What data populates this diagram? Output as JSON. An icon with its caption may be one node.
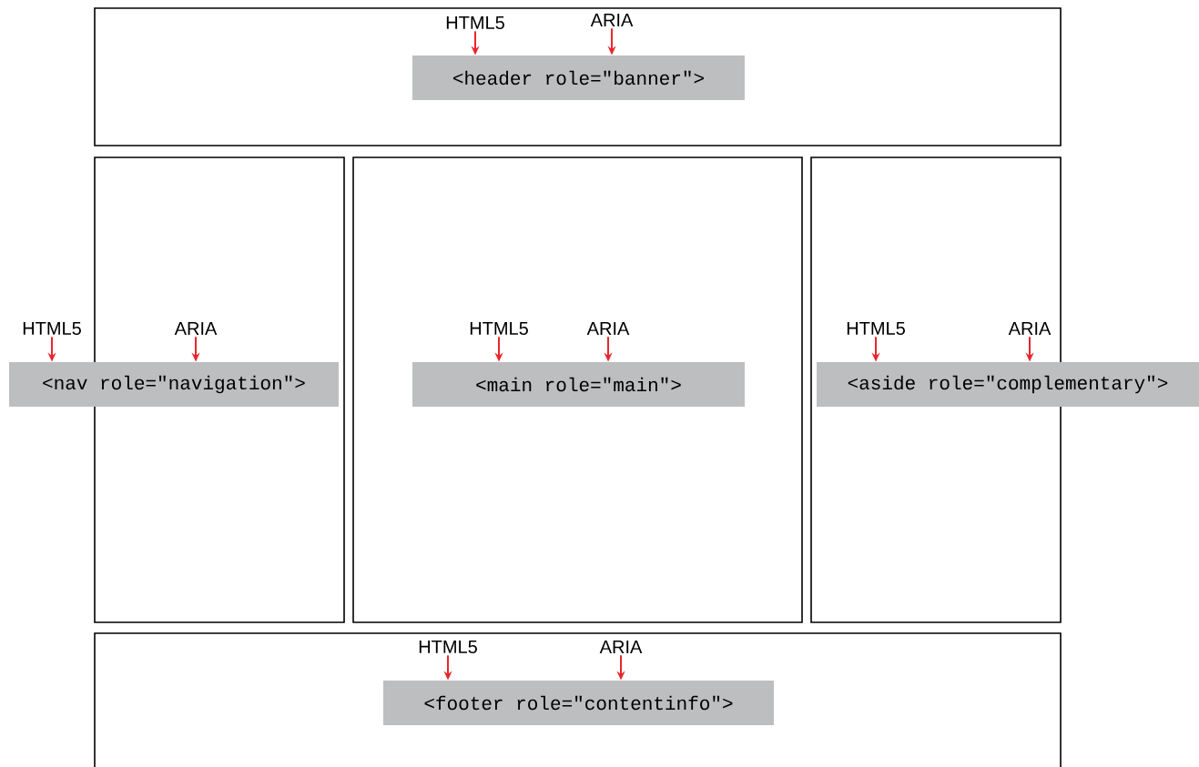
{
  "diagram": {
    "nodes": [
      {
        "text": [],
        "shape": "box"
      },
      {
        "text": [
          "HTML5"
        ],
        "in": 0
      },
      {
        "text": [
          "ARIA"
        ],
        "in": 0
      },
      {
        "text": [
          "<header role=\"banner\">"
        ],
        "in": 0
      },
      {
        "text": [],
        "shape": "box"
      },
      {
        "text": [
          "HTML5"
        ]
      },
      {
        "text": [
          "ARIA"
        ],
        "in": 4
      },
      {
        "text": [
          "<nav role=\"navigation\">"
        ]
      },
      {
        "text": [],
        "shape": "box"
      },
      {
        "text": [
          "HTML5"
        ],
        "in": 8
      },
      {
        "text": [
          "ARIA"
        ],
        "in": 8
      },
      {
        "text": [
          "<main role=\"main\">"
        ],
        "in": 8
      },
      {
        "text": [],
        "shape": "box"
      },
      {
        "text": [
          "HTML5"
        ],
        "in": 12
      },
      {
        "text": [
          "ARIA"
        ],
        "in": 12
      },
      {
        "text": [
          "<aside role=\"complementary\">"
        ]
      },
      {
        "text": [],
        "shape": "box"
      },
      {
        "text": [
          "HTML5"
        ],
        "in": 16
      },
      {
        "text": [
          "ARIA"
        ],
        "in": 16
      },
      {
        "text": [
          "<footer role=\"contentinfo\">"
        ],
        "in": 16
      }
    ],
    "edges": [
      {
        "from": 1,
        "to": 3,
        "arrow": "to"
      },
      {
        "from": 2,
        "to": 3,
        "arrow": "to"
      },
      {
        "from": 5,
        "to": 7,
        "arrow": "to"
      },
      {
        "from": 6,
        "to": 7,
        "arrow": "to"
      },
      {
        "from": 9,
        "to": 11,
        "arrow": "to"
      },
      {
        "from": 10,
        "to": 11,
        "arrow": "to"
      },
      {
        "from": 13,
        "to": 15,
        "arrow": "to"
      },
      {
        "from": 14,
        "to": 15,
        "arrow": "to"
      },
      {
        "from": 17,
        "to": 19,
        "arrow": "to"
      },
      {
        "from": 18,
        "to": 19,
        "arrow": "to"
      }
    ]
  }
}
